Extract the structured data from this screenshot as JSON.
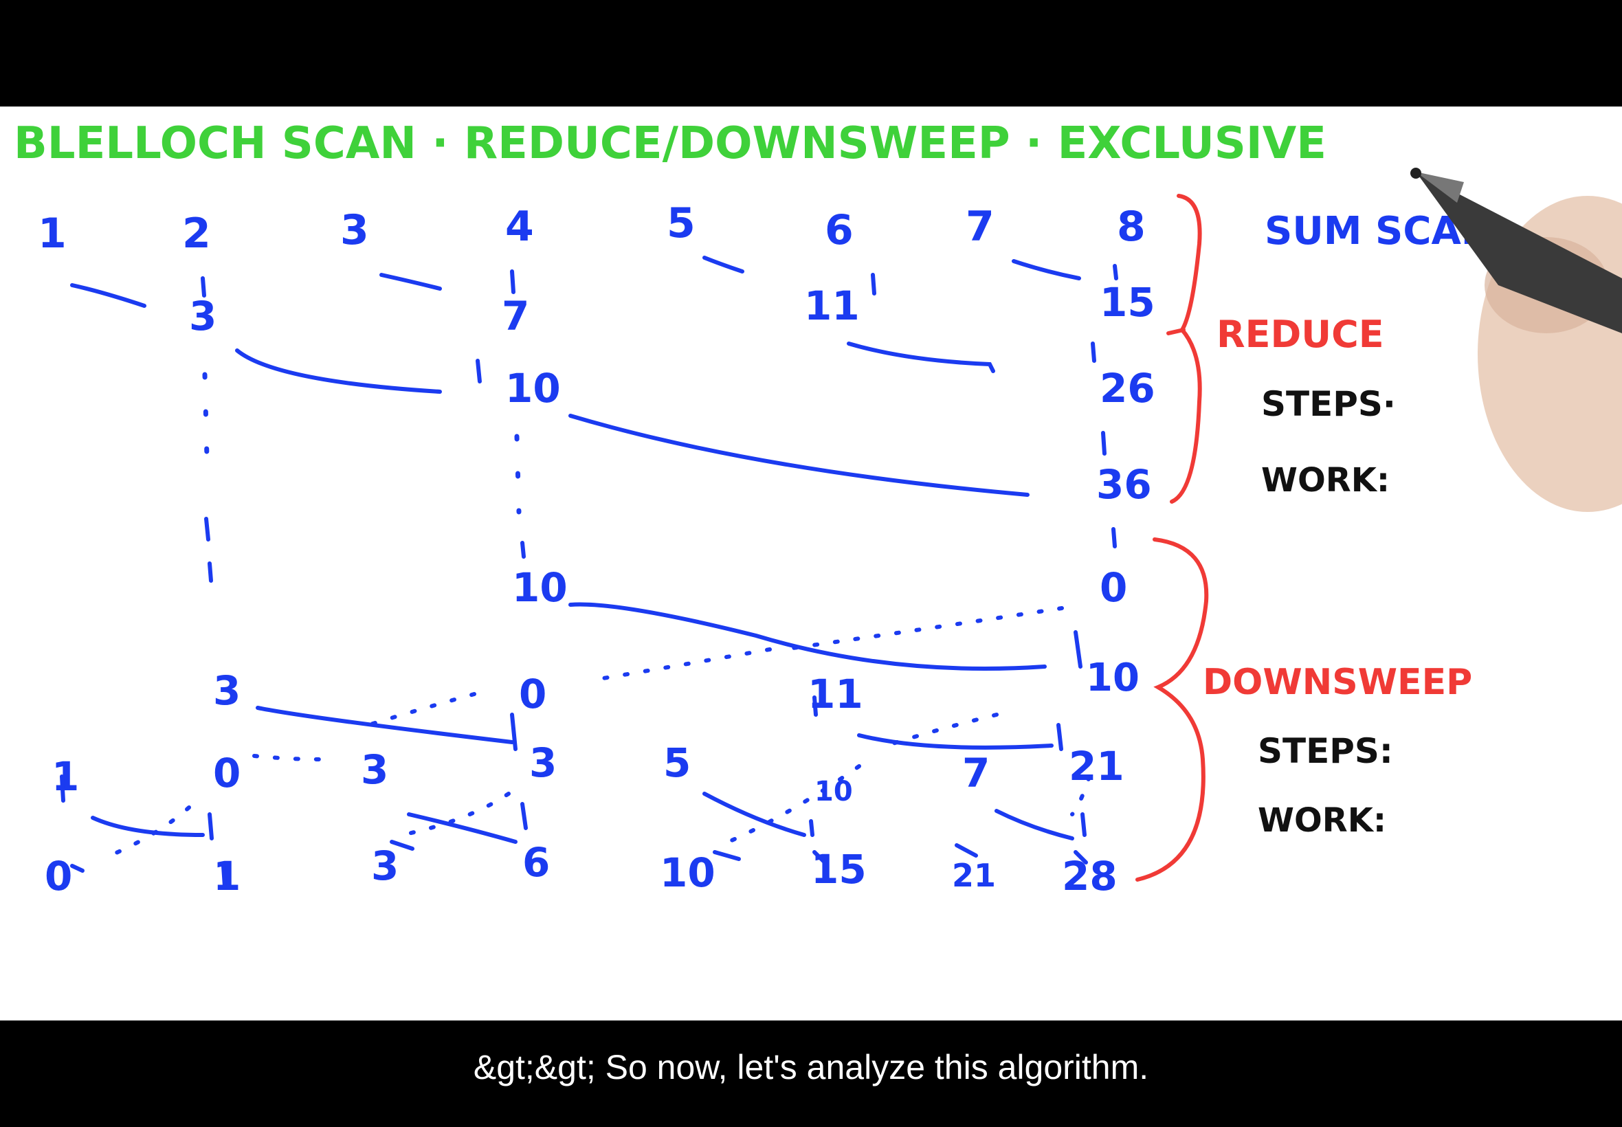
{
  "title": "BLELLOCH SCAN · REDUCE/DOWNSWEEP · EXCLUSIVE",
  "right_labels": {
    "sum_scan": "SUM SCAN",
    "reduce": "REDUCE",
    "reduce_steps": "STEPS·",
    "reduce_work": "WORK:",
    "downsweep": "DOWNSWEEP",
    "downsweep_steps": "STEPS:",
    "downsweep_work": "WORK:"
  },
  "values": {
    "input": [
      "1",
      "2",
      "3",
      "4",
      "5",
      "6",
      "7",
      "8"
    ],
    "reduce_1": [
      "3",
      "7",
      "11",
      "15"
    ],
    "reduce_2": [
      "10",
      "26"
    ],
    "reduce_3": [
      "36"
    ],
    "downsweep_0": [
      "10",
      "0"
    ],
    "downsweep_1": [
      "10"
    ],
    "downsweep_2": [
      "3",
      "0",
      "11",
      "10"
    ],
    "downsweep_3": [
      "3",
      "21"
    ],
    "downsweep_4": [
      "1",
      "0",
      "3",
      "3",
      "5",
      "10",
      "7",
      "21"
    ],
    "output": [
      "0",
      "1",
      "3",
      "6",
      "10",
      "15",
      "21",
      "28"
    ]
  },
  "subtitle": "&gt;&gt; So now, let's analyze this algorithm."
}
